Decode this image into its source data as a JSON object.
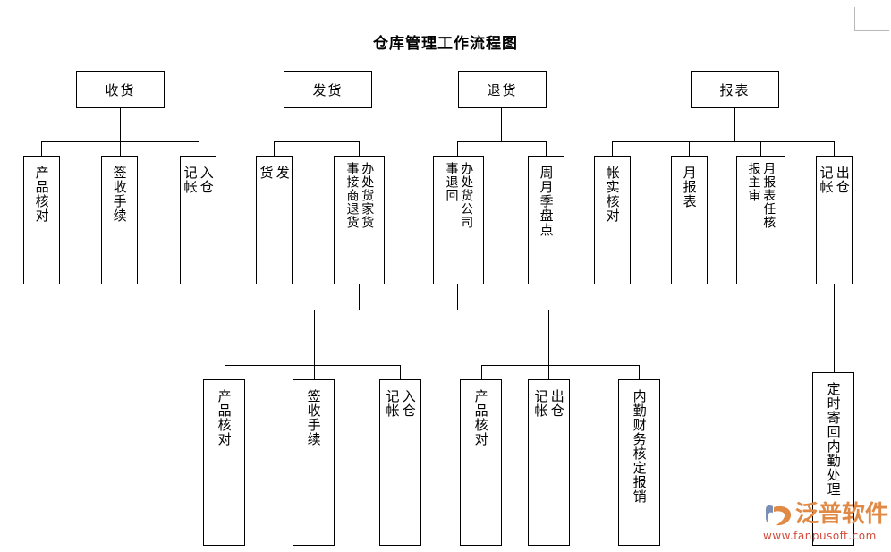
{
  "document": {
    "title": "仓库管理工作流程图"
  },
  "flowchart": {
    "type": "tree-diagram",
    "orientation": "top-down",
    "branches": [
      {
        "id": "receiving",
        "root": {
          "label": "收货"
        },
        "children": [
          {
            "label": "产品核对"
          },
          {
            "label": "签收手续"
          },
          {
            "label": "入仓\n记帐"
          }
        ]
      },
      {
        "id": "shipping",
        "root": {
          "label": "发货"
        },
        "children": [
          {
            "label": "发\n货"
          },
          {
            "label_right": "事接商退货",
            "label_left": "办处货家货"
          }
        ],
        "sub_children": [
          {
            "label": "产品核对"
          },
          {
            "label": "签收手续"
          },
          {
            "label": "入仓\n记帐"
          }
        ]
      },
      {
        "id": "returns",
        "root": {
          "label": "退货"
        },
        "children": [
          {
            "label_right": "事退回",
            "label_left": "办处货公司"
          },
          {
            "label": "周月季盘点"
          }
        ],
        "sub_children": [
          {
            "label": "产品核对"
          },
          {
            "label": "出仓\n记帐"
          },
          {
            "label": "内勤财务核定报销"
          }
        ]
      },
      {
        "id": "reports",
        "root": {
          "label": "报表"
        },
        "children": [
          {
            "label": "帐实核对"
          },
          {
            "label": "月报表"
          },
          {
            "label_right": "报主审",
            "label_left": "月报表任核"
          },
          {
            "label": "出仓\n记帐"
          }
        ],
        "sub_children": [
          {
            "label": "定时寄回内勤处理"
          }
        ]
      }
    ]
  },
  "watermark": {
    "brand": "泛普软件",
    "url": "www.fanpusoft.com",
    "brand_color": "#e08a46",
    "url_color": "#d24a3a"
  },
  "colors": {
    "background": "#ffffff",
    "line": "#000000",
    "text": "#000000",
    "guide": "#b9b9b9"
  }
}
